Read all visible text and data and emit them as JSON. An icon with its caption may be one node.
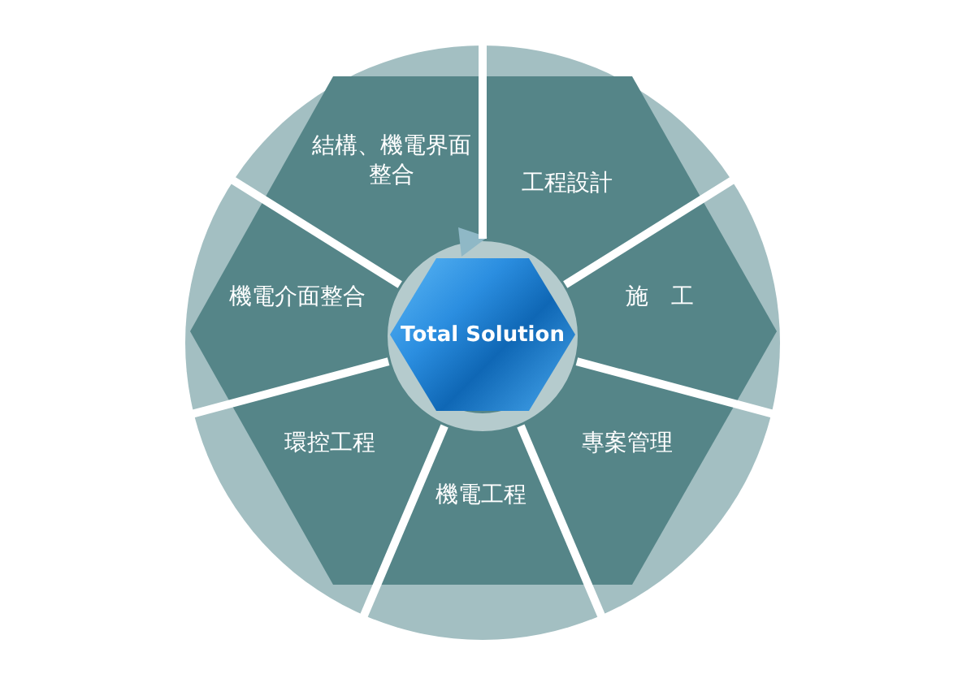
{
  "diagram": {
    "nodes": [
      {
        "text": [
          "Total Solution"
        ]
      },
      {
        "text": [
          "結構、機電界面整合"
        ]
      },
      {
        "text": [
          "工程設計"
        ]
      },
      {
        "text": [
          "施　工"
        ]
      },
      {
        "text": [
          "專案管理"
        ]
      },
      {
        "text": [
          "機電工程"
        ]
      },
      {
        "text": [
          "環控工程"
        ]
      },
      {
        "text": [
          "機電介面整合"
        ]
      }
    ]
  }
}
